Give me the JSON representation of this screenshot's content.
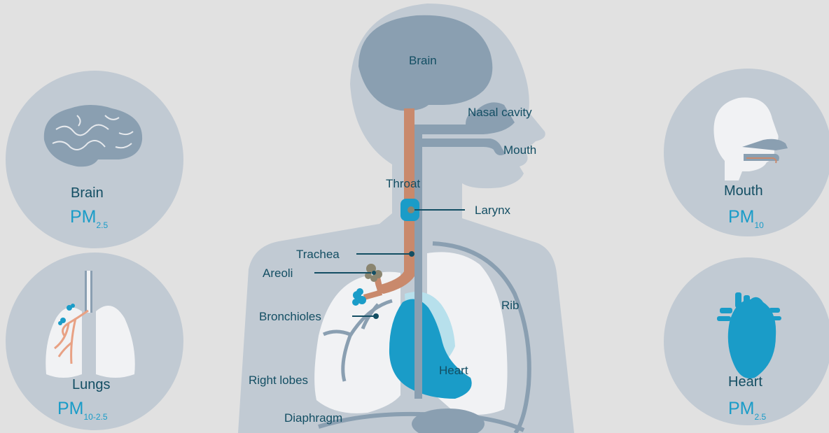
{
  "colors": {
    "background": "#e1e1e1",
    "body": "#c1cad3",
    "organ_slate": "#8a9fb1",
    "lung": "#f1f2f4",
    "airway": "#c9896c",
    "heart": "#1a9cc8",
    "label_text": "#134e63",
    "pm_text": "#1a9cc8"
  },
  "anatomy_labels": {
    "brain": "Brain",
    "nasal_cavity": "Nasal cavity",
    "mouth": "Mouth",
    "throat": "Throat",
    "larynx": "Larynx",
    "trachea": "Trachea",
    "areoli": "Areoli",
    "bronchioles": "Bronchioles",
    "rib": "Rib",
    "heart": "Heart",
    "right_lobes": "Right lobes",
    "diaphragm": "Diaphragm"
  },
  "callouts": {
    "brain": {
      "icon": "brain-icon",
      "label": "Brain",
      "pm": "PM",
      "pm_sub": "2.5"
    },
    "lungs": {
      "icon": "lungs-icon",
      "label": "Lungs",
      "pm": "PM",
      "pm_sub": "10-2.5"
    },
    "mouth": {
      "icon": "head-profile-icon",
      "label": "Mouth",
      "pm": "PM",
      "pm_sub": "10"
    },
    "heart": {
      "icon": "heart-icon",
      "label": "Heart",
      "pm": "PM",
      "pm_sub": "2.5"
    }
  }
}
